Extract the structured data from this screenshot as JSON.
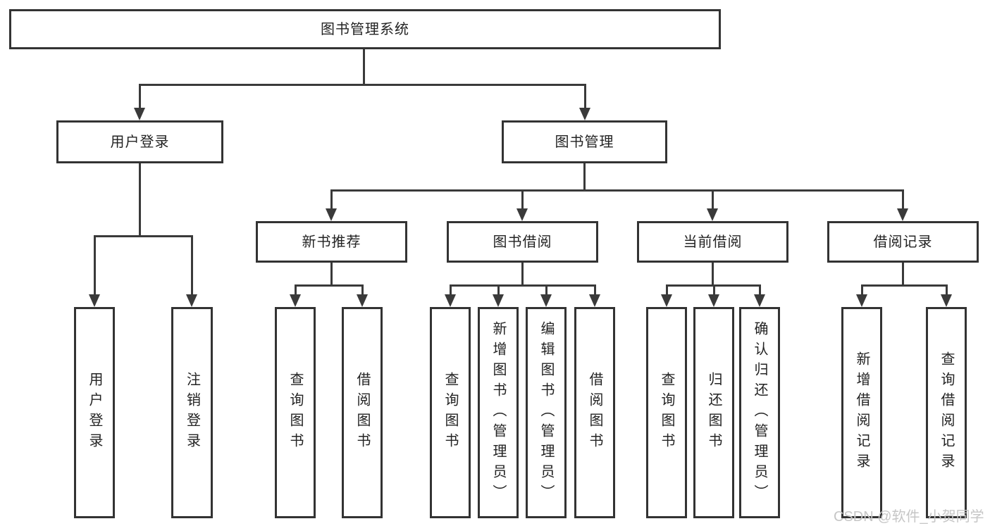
{
  "tree": {
    "root": "图书管理系统",
    "user_login": {
      "label": "用户登录",
      "children": [
        "用户登录",
        "注销登录"
      ]
    },
    "book_management": {
      "label": "图书管理",
      "groups": [
        {
          "label": "新书推荐",
          "children": [
            "查询图书",
            "借阅图书"
          ]
        },
        {
          "label": "图书借阅",
          "children": [
            "查询图书",
            "新增图书（管理员）",
            "编辑图书（管理员）",
            "借阅图书"
          ]
        },
        {
          "label": "当前借阅",
          "children": [
            "查询图书",
            "归还图书",
            "确认归还（管理员）"
          ]
        },
        {
          "label": "借阅记录",
          "children": [
            "新增借阅记录",
            "查询借阅记录"
          ]
        }
      ]
    }
  },
  "watermark": "CSDN @软件_小贺同学",
  "colors": {
    "line": "#3a3a3a",
    "box_border": "#333333",
    "text": "#232323",
    "watermark": "#c6c6c6",
    "background": "#ffffff"
  }
}
